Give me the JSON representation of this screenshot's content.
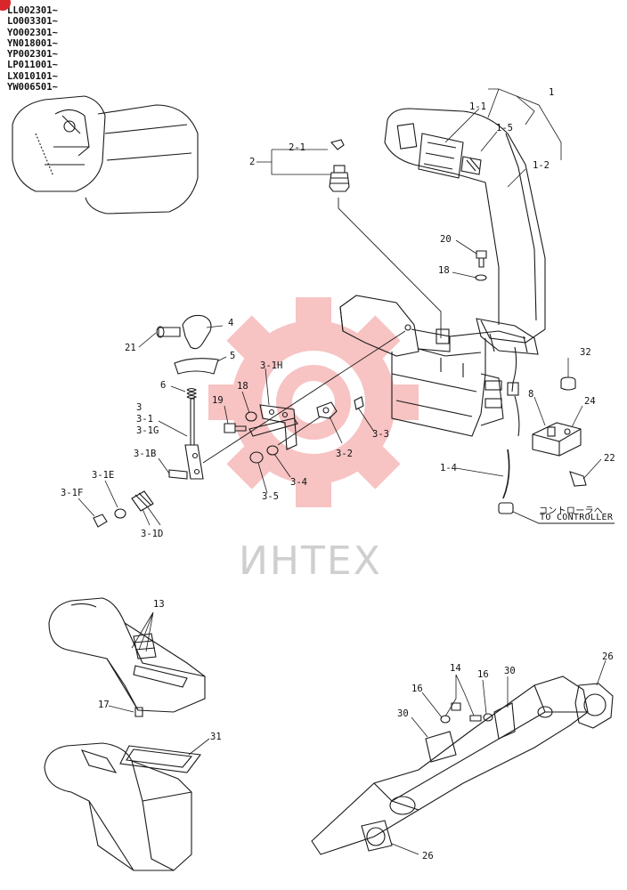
{
  "serial_codes": [
    "LL002301~",
    "LO003301~",
    "YO002301~",
    "YN018001~",
    "YP002301~",
    "LP011001~",
    "LX010101~",
    "YW006501~"
  ],
  "watermark_text": "ИНТЕХ",
  "colors": {
    "watermark_gear": "#f6b9b9",
    "badge": "#d9262b",
    "line": "#1a1a1a"
  },
  "callouts": {
    "c1": "1",
    "c1_1": "1-1",
    "c1_5": "1-5",
    "c1_2": "1-2",
    "c2": "2",
    "c2_1": "2-1",
    "c20": "20",
    "c18a": "18",
    "c4": "4",
    "c21": "21",
    "c5": "5",
    "c6": "6",
    "c3_1H": "3-1H",
    "c18b": "18",
    "c19": "19",
    "c3": "3",
    "c3_1": "3-1",
    "c3_1G": "3-1G",
    "c3_1B": "3-1B",
    "c3_1E": "3-1E",
    "c3_1F": "3-1F",
    "c3_1D": "3-1D",
    "c3_2": "3-2",
    "c3_3": "3-3",
    "c3_4": "3-4",
    "c3_5": "3-5",
    "c32": "32",
    "c8": "8",
    "c24": "24",
    "c22": "22",
    "c1_4": "1-4",
    "c13": "13",
    "c17": "17",
    "c31": "31",
    "c14": "14",
    "c16a": "16",
    "c16b": "16",
    "c30a": "30",
    "c30b": "30",
    "c26a": "26",
    "c26b": "26"
  },
  "note_jp": "コントローラへ",
  "note_en": "TO CONTROLLER"
}
